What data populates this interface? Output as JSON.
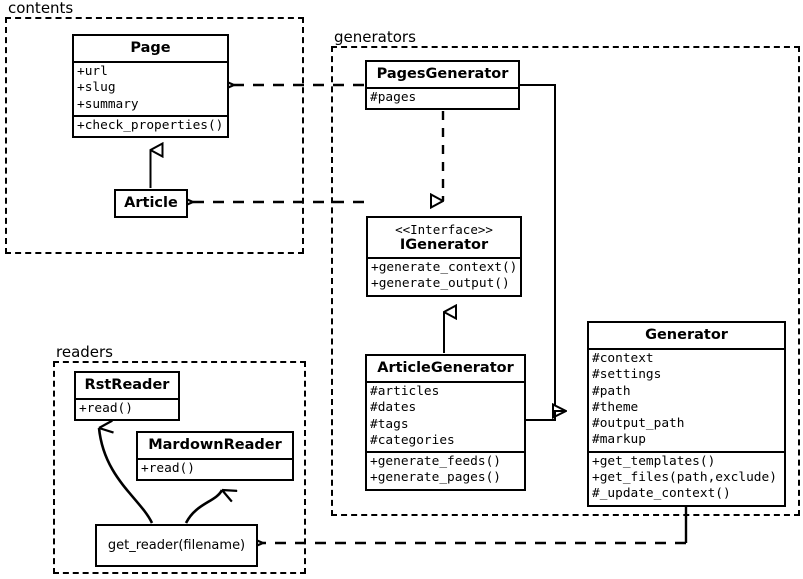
{
  "diagram": {
    "kind": "uml-class-diagram",
    "title": "Pelican static site generator class diagram"
  },
  "packages": [
    {
      "id": "contents",
      "label": "contents"
    },
    {
      "id": "generators",
      "label": "generators"
    },
    {
      "id": "readers",
      "label": "readers"
    }
  ],
  "classes": {
    "page": {
      "name": "Page",
      "attributes": [
        "+url",
        "+slug",
        "+summary"
      ],
      "methods": [
        "+check_properties()"
      ]
    },
    "article": {
      "name": "Article",
      "attributes": [],
      "methods": []
    },
    "pages_generator": {
      "name": "PagesGenerator",
      "attributes": [
        "#pages"
      ],
      "methods": []
    },
    "igenerator": {
      "stereotype": "<<Interface>>",
      "name": "IGenerator",
      "attributes": [],
      "methods": [
        "+generate_context()",
        "+generate_output()"
      ]
    },
    "article_generator": {
      "name": "ArticleGenerator",
      "attributes": [
        "#articles",
        "#dates",
        "#tags",
        "#categories"
      ],
      "methods": [
        "+generate_feeds()",
        "+generate_pages()"
      ]
    },
    "generator": {
      "name": "Generator",
      "attributes": [
        "#context",
        "#settings",
        "#path",
        "#theme",
        "#output_path",
        "#markup"
      ],
      "methods": [
        "+get_templates()",
        "+get_files(path,exclude)",
        "#_update_context()"
      ]
    },
    "rst_reader": {
      "name": "RstReader",
      "attributes": [],
      "methods": [
        "+read()"
      ]
    },
    "mardown_reader": {
      "name": "MardownReader",
      "attributes": [],
      "methods": [
        "+read()"
      ]
    },
    "get_reader": {
      "name": "get_reader(filename)"
    }
  },
  "relations": [
    {
      "id": "article-inherits-page",
      "type": "generalization",
      "from": "Article",
      "to": "Page"
    },
    {
      "id": "pagesgenerator-realizes-igenerator",
      "type": "realization",
      "from": "PagesGenerator",
      "to": "IGenerator"
    },
    {
      "id": "articlegenerator-realizes-igenerator",
      "type": "generalization",
      "from": "ArticleGenerator",
      "to": "IGenerator"
    },
    {
      "id": "pagesgenerator-to-generator",
      "type": "generalization",
      "from": "PagesGenerator",
      "to": "Generator"
    },
    {
      "id": "articlegenerator-to-generator",
      "type": "generalization",
      "from": "ArticleGenerator",
      "to": "Generator"
    },
    {
      "id": "pagesgenerator-uses-page",
      "type": "dependency",
      "from": "PagesGenerator",
      "to": "Page"
    },
    {
      "id": "articlegenerator-uses-article",
      "type": "dependency",
      "from": "ArticleGenerator",
      "to": "Article"
    },
    {
      "id": "generator-uses-get-reader",
      "type": "dependency",
      "from": "Generator",
      "to": "get_reader(filename)"
    },
    {
      "id": "get-reader-creates-rstreader",
      "type": "create",
      "from": "get_reader(filename)",
      "to": "RstReader"
    },
    {
      "id": "get-reader-creates-mardownreader",
      "type": "create",
      "from": "get_reader(filename)",
      "to": "MardownReader"
    }
  ],
  "colors": {
    "stroke": "#000000",
    "fill": "#ffffff"
  }
}
